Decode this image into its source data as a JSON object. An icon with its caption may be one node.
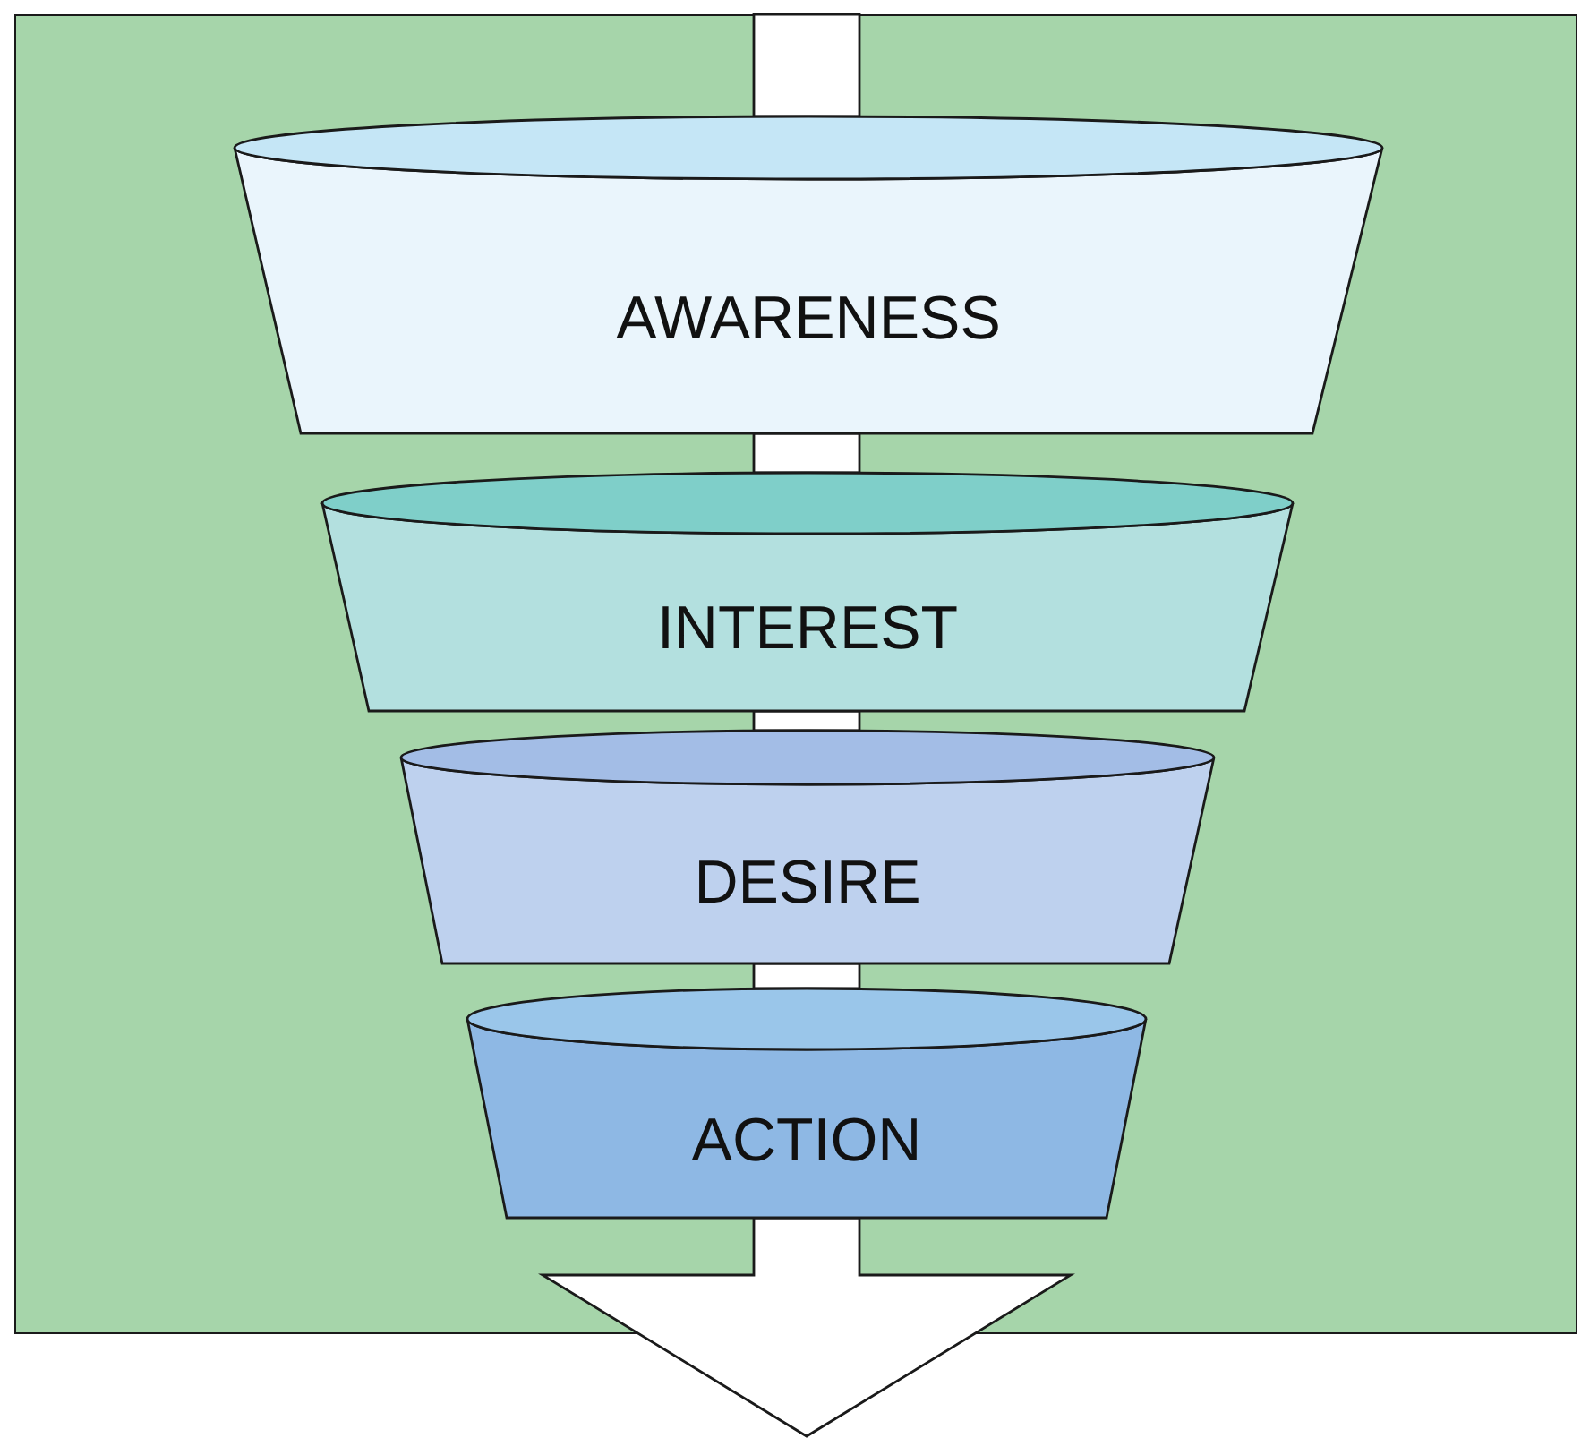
{
  "diagram": {
    "nodes": [
      {
        "text": [
          "AWARENESS"
        ]
      },
      {
        "text": [
          "INTEREST"
        ]
      },
      {
        "text": [
          "DESIRE"
        ]
      },
      {
        "text": [
          "ACTION"
        ]
      }
    ],
    "edges": [
      {
        "from": null,
        "to": 0,
        "arrow": "none"
      },
      {
        "from": 0,
        "to": 1,
        "arrow": "none"
      },
      {
        "from": 1,
        "to": 2,
        "arrow": "none"
      },
      {
        "from": 2,
        "to": 3,
        "arrow": "none"
      },
      {
        "from": 3,
        "to": null,
        "arrow": "to"
      }
    ]
  }
}
